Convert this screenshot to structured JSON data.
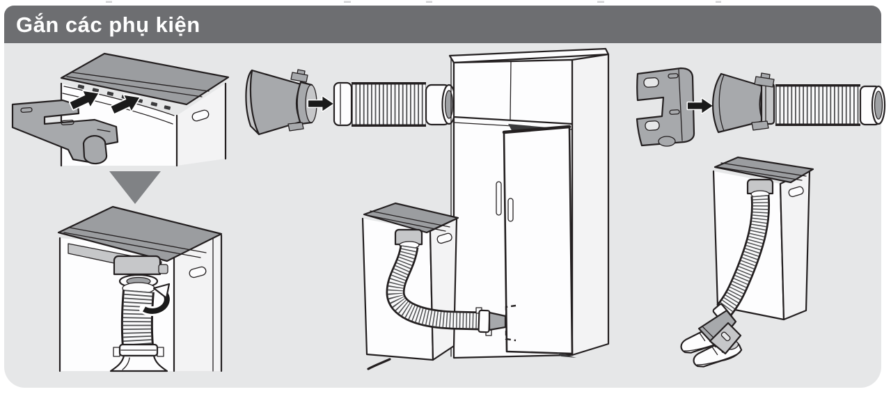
{
  "page": {
    "background": "#ffffff"
  },
  "header": {
    "title": "Gắn các phụ kiện",
    "background": "#6d6e71",
    "text_color": "#ffffff"
  },
  "panel": {
    "background": "#e6e7e8"
  },
  "palette": {
    "outline": "#231f20",
    "part-gray": "#a7a9ac",
    "lid-gray": "#9b9da0",
    "connector-gray": "#c6c7c9",
    "body-white": "#fdfdfe",
    "side-shade": "#f3f3f4",
    "arrow-black": "#1a1a1a",
    "step-arrow-gray": "#808285"
  },
  "icons": {
    "insert_arrows": "black arrows with white outline",
    "next_step_arrow": "gray triangle pointing down",
    "rotate_arrow": "curved twist arrow",
    "attach_arrow": "black right arrow with white outline"
  }
}
